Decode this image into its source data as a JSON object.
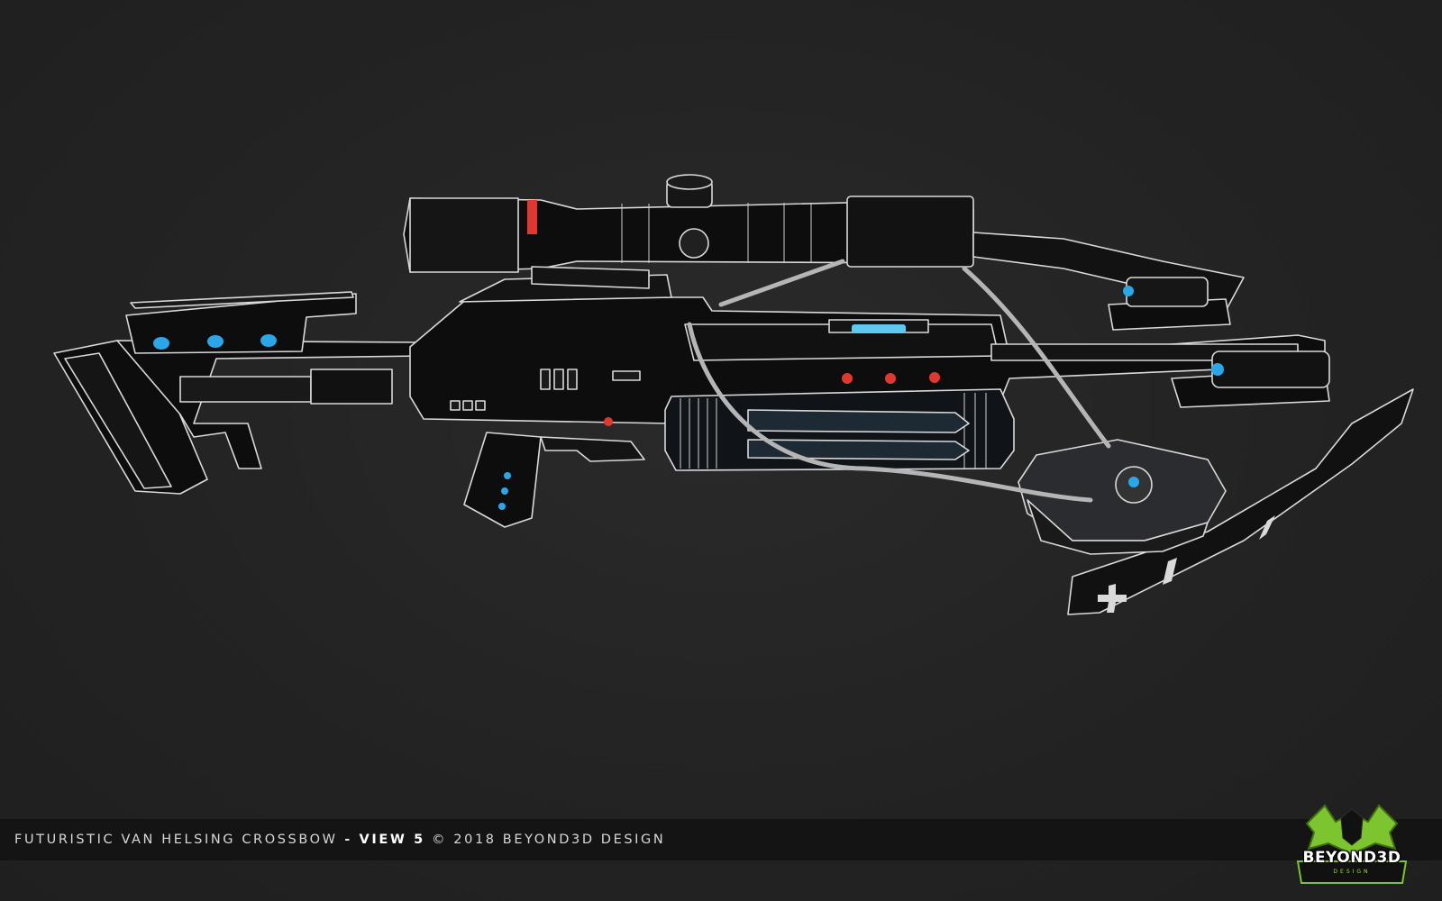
{
  "scene": {
    "subject": "crossbow-wireframe-render",
    "colors": {
      "background": "#232323",
      "wire": "#d9d9d9",
      "body": "#0d0d0d",
      "accent_blue": "#2aa7e8",
      "accent_red": "#e2372e",
      "logo_green": "#7cc52e"
    }
  },
  "caption": {
    "title": "FUTURISTIC VAN HELSING CROSSBOW",
    "separator": " - ",
    "view": "VIEW 5",
    "copyright": " © 2018 BEYOND3D DESIGN"
  },
  "logo": {
    "word": "BEYOND3D",
    "sub": "DESIGN"
  }
}
